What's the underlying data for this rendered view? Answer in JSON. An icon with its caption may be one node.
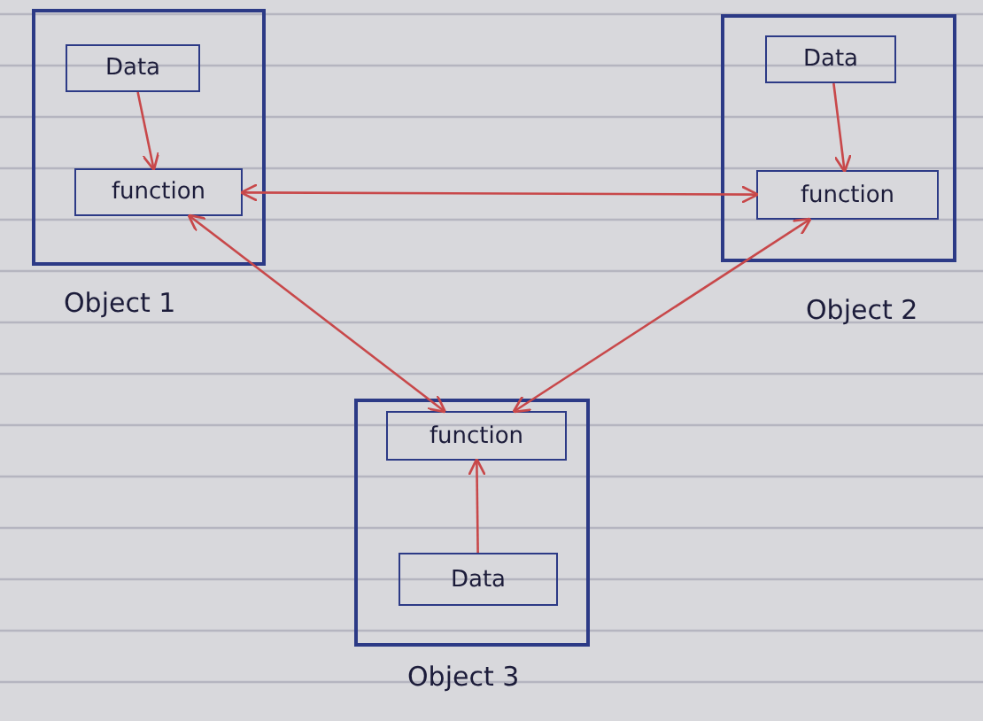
{
  "diagram": {
    "nodes": [
      {
        "text": [
          "Object 1"
        ]
      },
      {
        "text": [
          "Data"
        ],
        "in": 0
      },
      {
        "text": [
          "function"
        ],
        "in": 0
      },
      {
        "text": [
          "Object 2"
        ]
      },
      {
        "text": [
          "Data"
        ],
        "in": 3
      },
      {
        "text": [
          "function"
        ],
        "in": 3
      },
      {
        "text": [
          "Object 3"
        ]
      },
      {
        "text": [
          "function"
        ],
        "in": 6
      },
      {
        "text": [
          "Data"
        ],
        "in": 6
      }
    ],
    "edges": [
      {
        "from": 1,
        "to": 2,
        "arrow": "to"
      },
      {
        "from": 4,
        "to": 5,
        "arrow": "to"
      },
      {
        "from": 8,
        "to": 7,
        "arrow": "to"
      },
      {
        "from": 2,
        "to": 5,
        "arrow": "both"
      },
      {
        "from": 2,
        "to": 7,
        "arrow": "both"
      },
      {
        "from": 5,
        "to": 7,
        "arrow": "both"
      }
    ]
  }
}
